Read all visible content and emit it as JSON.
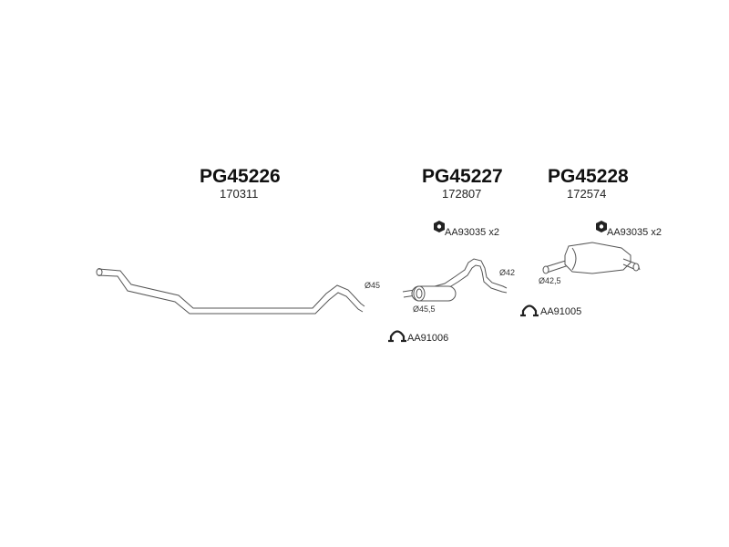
{
  "parts": [
    {
      "part_number": "PG45226",
      "ref": "170311"
    },
    {
      "part_number": "PG45227",
      "ref": "172807"
    },
    {
      "part_number": "PG45228",
      "ref": "172574"
    }
  ],
  "hardware": {
    "nut_227": "AA93035 x2",
    "nut_228": "AA93035 x2",
    "clamp_227": "AA91006",
    "clamp_228": "AA91005"
  },
  "dimensions": {
    "pipe_front": "Ø45",
    "mid_inlet": "Ø45,5",
    "mid_outlet": "Ø42",
    "rear_inlet": "Ø42,5"
  }
}
